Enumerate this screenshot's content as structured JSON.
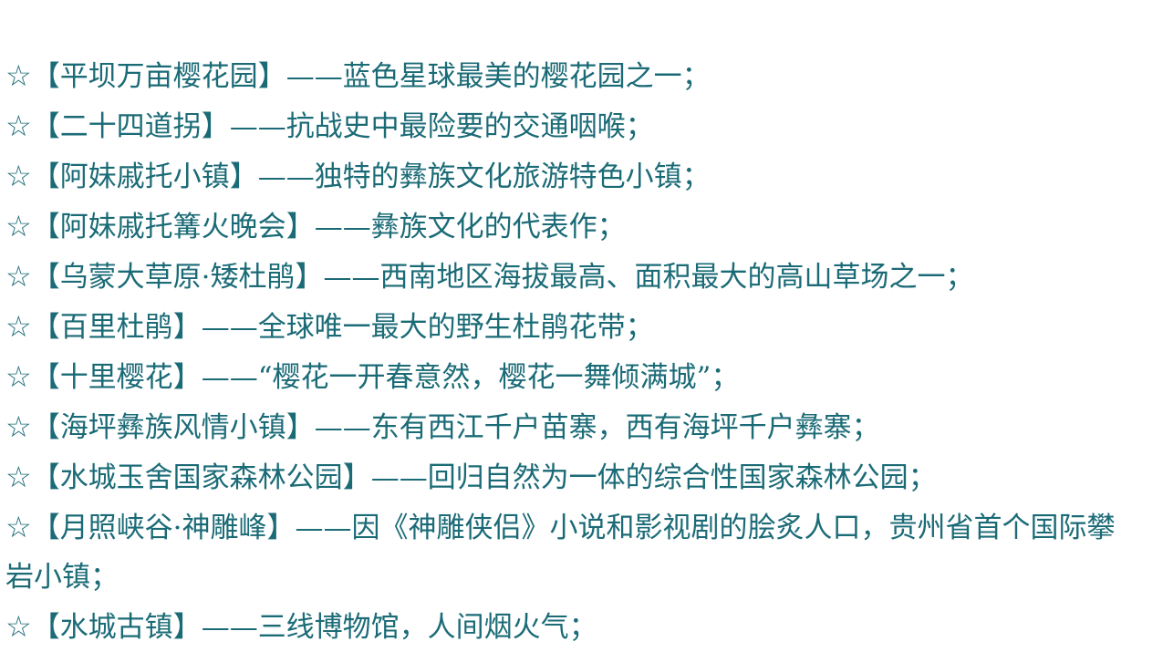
{
  "items": [
    {
      "star": "☆",
      "open": "【",
      "name": "平坝万亩樱花园",
      "close": "】",
      "desc": "——蓝色星球最美的樱花园之一；"
    },
    {
      "star": "☆",
      "open": "【",
      "name": "二十四道拐",
      "close": "】",
      "desc": "——抗战史中最险要的交通咽喉；"
    },
    {
      "star": "☆",
      "open": "【",
      "name": "阿妹戚托小镇",
      "close": "】",
      "desc": "——独特的彝族文化旅游特色小镇；"
    },
    {
      "star": "☆",
      "open": "【",
      "name": "阿妹戚托篝火晚会",
      "close": "】",
      "desc": "——彝族文化的代表作；"
    },
    {
      "star": "☆",
      "open": "【",
      "name": "乌蒙大草原·矮杜鹃",
      "close": "】",
      "desc": "——西南地区海拔最高、面积最大的高山草场之一；"
    },
    {
      "star": "☆",
      "open": "【",
      "name": "百里杜鹃",
      "close": "】",
      "desc": "——全球唯一最大的野生杜鹃花带；"
    },
    {
      "star": "☆",
      "open": "【",
      "name": "十里樱花",
      "close": "】",
      "desc": "——“樱花一开春意然，樱花一舞倾满城”；"
    },
    {
      "star": "☆",
      "open": "【",
      "name": "海坪彝族风情小镇",
      "close": "】",
      "desc": "——东有西江千户苗寨，西有海坪千户彝寨；"
    },
    {
      "star": "☆",
      "open": "【",
      "name": "水城玉舍国家森林公园",
      "close": "】",
      "desc": "——回归自然为一体的综合性国家森林公园；"
    },
    {
      "star": "☆",
      "open": "【",
      "name": "月照峡谷·神雕峰",
      "close": "】",
      "desc": "——因《神雕侠侣》小说和影视剧的脍炙人口，贵州省首个国际攀岩小镇；"
    },
    {
      "star": "☆",
      "open": "【",
      "name": "水城古镇",
      "close": "】",
      "desc": "——三线博物馆，人间烟火气；"
    }
  ],
  "colors": {
    "text": "#1b6b77",
    "background": "#ffffff"
  },
  "icons": {
    "star": "star-outline-icon"
  }
}
